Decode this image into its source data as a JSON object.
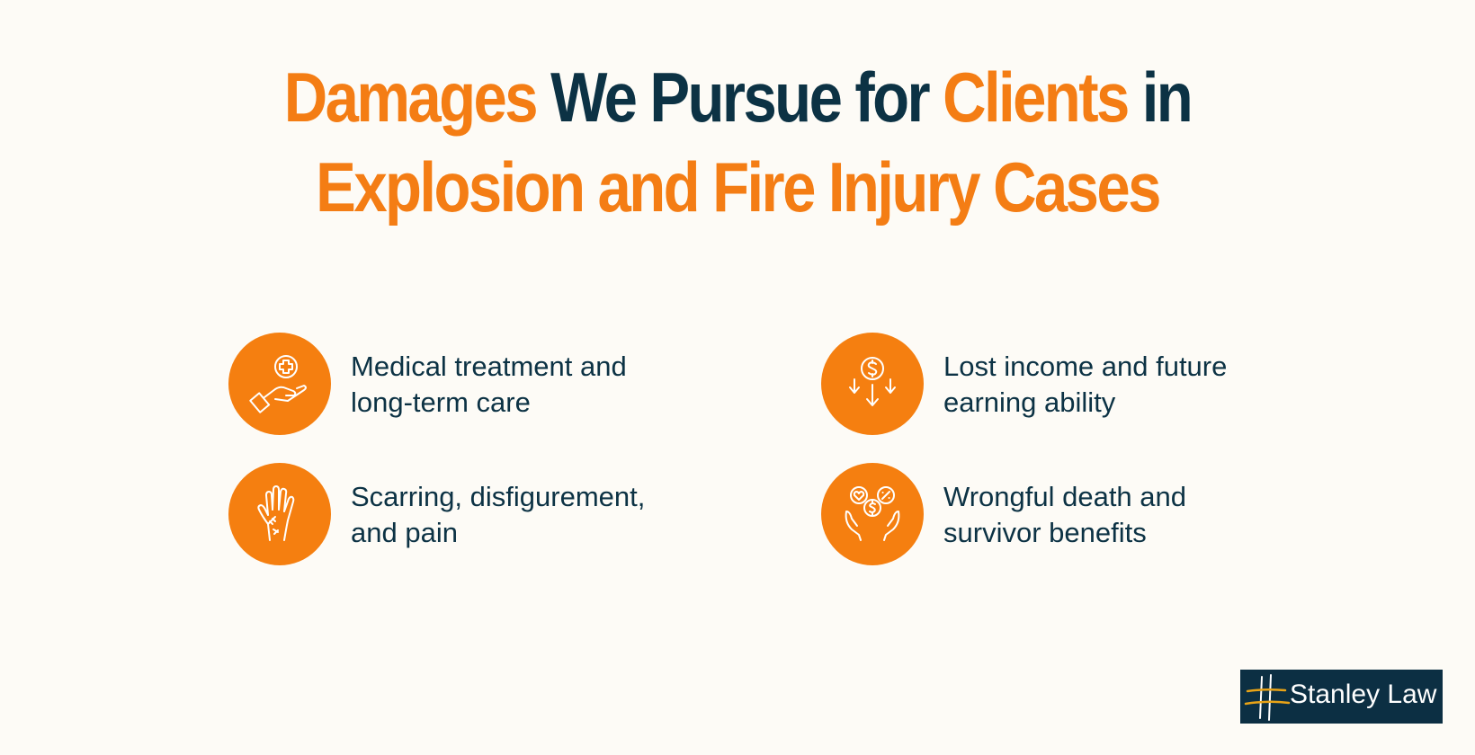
{
  "title": {
    "line1": [
      {
        "text": "Damages",
        "color": "orange"
      },
      {
        "text": " We Pursue for ",
        "color": "navy"
      },
      {
        "text": "Clients",
        "color": "orange"
      },
      {
        "text": " in",
        "color": "navy"
      }
    ],
    "line2": "Explosion and Fire Injury Cases"
  },
  "items": [
    {
      "icon": "hand-medical-cross-icon",
      "line1": "Medical treatment and",
      "line2": "long-term care"
    },
    {
      "icon": "dollar-arrows-down-icon",
      "line1": "Lost income and future",
      "line2": "earning ability"
    },
    {
      "icon": "scarred-hand-icon",
      "line1": "Scarring, disfigurement,",
      "line2": "and pain"
    },
    {
      "icon": "hands-heart-dollar-percent-icon",
      "line1": "Wrongful death and",
      "line2": "survivor benefits"
    }
  ],
  "logo": {
    "text": "Stanley Law"
  },
  "colors": {
    "accent": "#f47d14",
    "navy": "#0c3244",
    "background": "#fdfbf6",
    "logo_background": "#0c2f43",
    "logo_accent": "#e8a317"
  }
}
